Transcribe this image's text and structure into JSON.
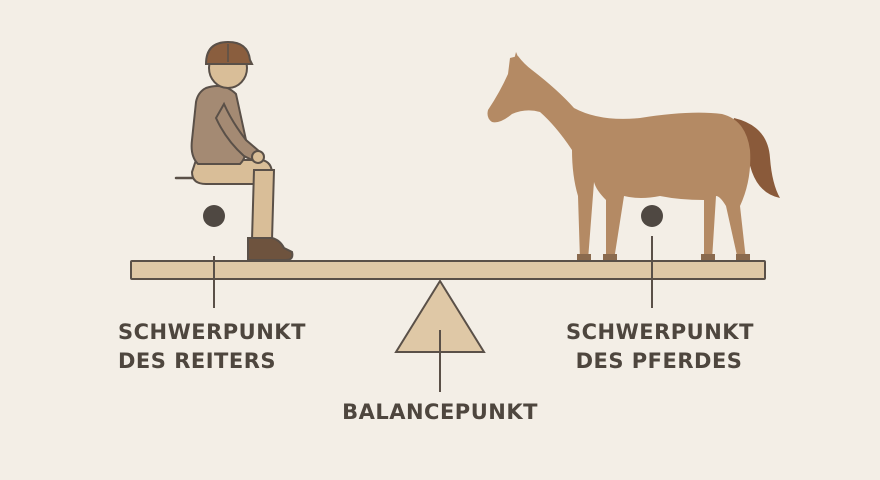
{
  "labels": {
    "rider_cog": {
      "line1": "SCHWERPUNKT",
      "line2": "DES REITERS"
    },
    "horse_cog": {
      "line1": "SCHWERPUNKT",
      "line2": "DES PFERDES"
    },
    "balance_point": "BALANCEPUNKT"
  },
  "colors": {
    "background": "#f3eee6",
    "beam_fill": "#dfc8a6",
    "outline": "#5a5048",
    "rider_torso": "#a48a73",
    "rider_legs": "#d9be98",
    "rider_helmet": "#8a5e3e",
    "rider_boot": "#6e533e",
    "horse_body": "#b48a64",
    "horse_tail": "#8a5a3a",
    "cog_marker": "#4f4842"
  },
  "icons": [
    "rider-figure",
    "horse-figure",
    "fulcrum-triangle",
    "center-of-gravity-dot"
  ]
}
